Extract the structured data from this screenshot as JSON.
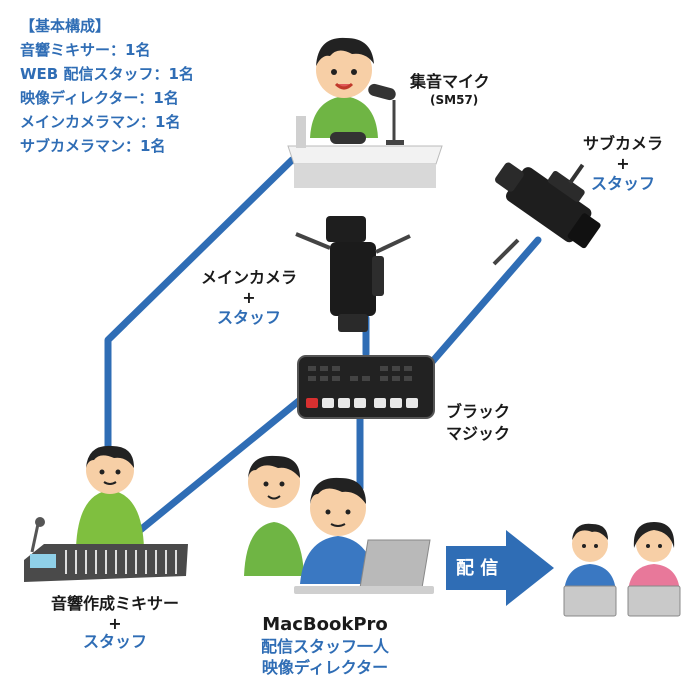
{
  "basic": {
    "heading": "【基本構成】",
    "items": [
      "音響ミキサー：1名",
      "WEB 配信スタッフ：1名",
      "映像ディレクター：1名",
      "メインカメラマン：1名",
      "サブカメラマン：1名"
    ]
  },
  "mic": {
    "label": "集音マイク",
    "model": "(SM57)"
  },
  "sub_camera": {
    "label": "サブカメラ",
    "plus": "+",
    "staff": "スタッフ"
  },
  "main_camera": {
    "label": "メインカメラ",
    "plus": "+",
    "staff": "スタッフ"
  },
  "switcher": {
    "line1": "ブラック",
    "line2": "マジック"
  },
  "mixer": {
    "label": "音響作成ミキサー",
    "plus": "+",
    "staff": "スタッフ"
  },
  "macbook": {
    "label": "MacBookPro",
    "staff": "配信スタッフ一人",
    "director": "映像ディレクター"
  },
  "stream_arrow": {
    "label": "配 信"
  },
  "colors": {
    "line": "#2f6db5",
    "accent_text": "#2f6db5",
    "shirt_green": "#7fbf3f",
    "hoodie_green": "#6fb544",
    "shirt_blue": "#3a78c2"
  },
  "icons": [
    "microphone-icon",
    "camera-icon",
    "switcher-icon",
    "mixer-icon",
    "laptop-icon",
    "arrow-icon",
    "person-icon"
  ]
}
